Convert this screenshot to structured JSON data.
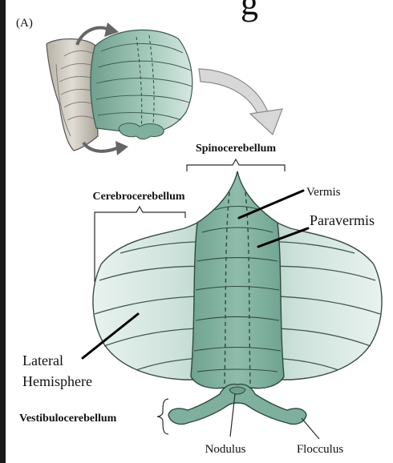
{
  "panel_label": "(A)",
  "title_fragment": "g",
  "labels": {
    "spinocerebellum": "Spinocerebellum",
    "cerebrocerebellum": "Cerebrocerebellum",
    "vermis": "Vermis",
    "paravermis": "Paravermis",
    "lateral_hemisphere_line1": "Lateral",
    "lateral_hemisphere_line2": "Hemisphere",
    "vestibulocerebellum": "Vestibulocerebellum",
    "nodulus": "Nodulus",
    "flocculus": "Flocculus"
  },
  "colors": {
    "hemisphere": "#cfe3dc",
    "vermis": "#7fb09e",
    "outline": "#3a4a44",
    "brainstem": "#cfc9bf"
  }
}
